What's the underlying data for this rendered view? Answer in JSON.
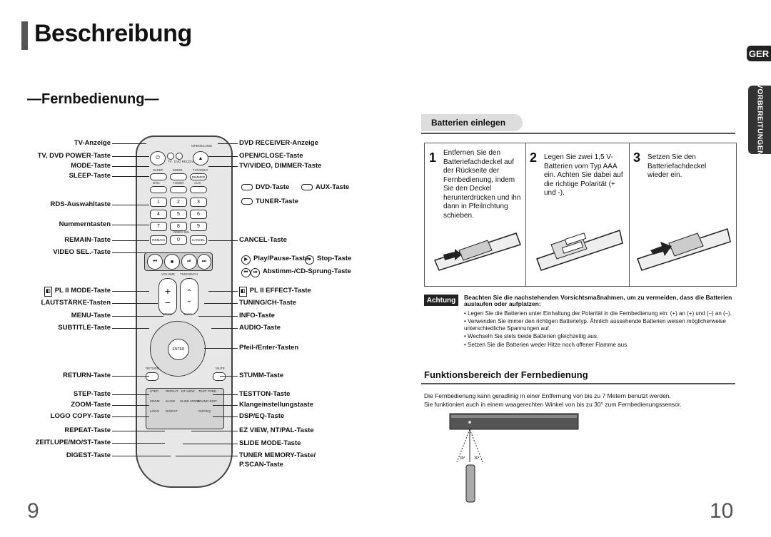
{
  "header": {
    "title": "Beschreibung",
    "lang_tab": "GER",
    "side_tab": "VORBEREITUNGEN"
  },
  "section": {
    "title": "—Fernbedienung—"
  },
  "left_labels": {
    "tv_anzeige": "TV-Anzeige",
    "tv_dvd_power": "TV, DVD POWER-Taste",
    "mode": "MODE-Taste",
    "sleep": "SLEEP-Taste",
    "rds": "RDS-Auswahltaste",
    "nummern": "Nummerntasten",
    "remain": "REMAIN-Taste",
    "video_sel": "VIDEO SEL.-Taste",
    "pl2_mode": "PL II MODE-Taste",
    "lautstaerke": "LAUTSTÄRKE-Tasten",
    "menu": "MENU-Taste",
    "subtitle": "SUBTITLE-Taste",
    "return": "RETURN-Taste",
    "step": "STEP-Taste",
    "zoom": "ZOOM-Taste",
    "logo_copy": "LOGO COPY-Taste",
    "repeat": "REPEAT-Taste",
    "zeitlupe": "ZEITLUPE/MO/ST-Taste",
    "digest": "DIGEST-Taste"
  },
  "right_labels": {
    "dvd_receiver": "DVD RECEIVER-Anzeige",
    "open_close": "OPEN/CLOSE-Taste",
    "tv_video_dimmer": "TV/VIDEO, DIMMER-Taste",
    "dvd": "DVD-Taste",
    "aux": "AUX-Taste",
    "tuner": "TUNER-Taste",
    "cancel": "CANCEL-Taste",
    "play_pause": "Play/Pause-Taste",
    "stop": "Stop-Taste",
    "abstimm": "Abstimm-/CD-Sprung-Taste",
    "pl2_effect": "PL II EFFECT-Taste",
    "tuning_ch": "TUNING/CH-Taste",
    "info": "INFO-Taste",
    "audio": "AUDIO-Taste",
    "pfeil": "Pfeil-/Enter-Tasten",
    "stumm": "STUMM-Taste",
    "testton": "TESTTON-Taste",
    "klang": "Klangeinstellungstaste",
    "dsp_eq": "DSP/EQ-Taste",
    "ez_view": "EZ VIEW, NT/PAL-Taste",
    "slide_mode": "SLIDE MODE-Taste",
    "tuner_memory_1": "TUNER MEMORY-Taste/",
    "tuner_memory_2": "P.SCAN-Taste"
  },
  "remote": {
    "open_close": "OPEN/CLOSE",
    "tv": "TV",
    "dvd_receiver": "DVD RECEIVER",
    "sleep": "SLEEP",
    "mode": "MODE",
    "tv_video": "TV/VIDEO",
    "dimmer": "DIMMER",
    "dvd": "DVD",
    "tuner": "TUNER",
    "aux": "AUX",
    "keys": [
      "1",
      "2",
      "3",
      "4",
      "5",
      "6",
      "7",
      "8",
      "9",
      "0"
    ],
    "remain": "REMAIN",
    "cancel": "CANCEL",
    "video_sel": "VIDEO SEL.",
    "volume": "VOLUME",
    "tuning_ch": "TUNING/CH",
    "menu": "MENU",
    "info": "INFO",
    "enter": "ENTER",
    "return": "RETURN",
    "mute": "MUTE",
    "step": "STEP",
    "repeat": "REPEAT",
    "ez_view": "EZ VIEW",
    "test_tone": "TEST TONE",
    "zoom": "ZOOM",
    "slow": "SLOW",
    "slide_mode": "SLIDE MODE",
    "sound_edit": "SOUND EDIT",
    "logo": "LOGO",
    "digest": "DIGEST",
    "dsp_eq": "DSP/EQ"
  },
  "batteries": {
    "header": "Batterien einlegen",
    "steps": [
      {
        "num": "1",
        "text": "Entfernen Sie den Batteriefachdeckel auf der Rückseite der Fernbedienung, indem Sie den Deckel herunterdrücken und ihn dann in Pfeilrichtung schieben."
      },
      {
        "num": "2",
        "text": "Legen Sie zwei 1,5 V-Batterien vom Typ AAA ein. Achten Sie dabei auf die richtige Polarität (+ und -)."
      },
      {
        "num": "3",
        "text": "Setzen Sie den Batteriefachdeckel wieder ein."
      }
    ]
  },
  "caution": {
    "tag": "Achtung",
    "headline": "Beachten Sie die nachstehenden Vorsichtsmaßnahmen, um zu vermeiden, dass die Batterien auslaufen oder aufplatzen:",
    "items": [
      "Legen Sie die Batterien unter Einhaltung der Polarität in die Fernbedienung ein: (+) an (+) und (–) an (–).",
      "Verwenden Sie immer den richtigen Batterietyp. Ähnlich aussehende Batterien weisen möglicherweise unterschiedliche Spannungen auf.",
      "Wechseln Sie stets beide Batterien gleichzeitig aus.",
      "Setzen Sie die Batterien weder Hitze noch offener Flamme aus."
    ]
  },
  "range": {
    "title": "Funktionsbereich der Fernbedienung",
    "line1": "Die Fernbedienung kann geradlinig in einer Entfernung von bis zu 7 Metern benutzt werden.",
    "line2": "Sie funktioniert auch in einem waagerechten Winkel von bis zu 30° zum Fernbedienungssensor.",
    "angle_left": "30°",
    "angle_right": "30°"
  },
  "page_numbers": {
    "left": "9",
    "right": "10"
  }
}
